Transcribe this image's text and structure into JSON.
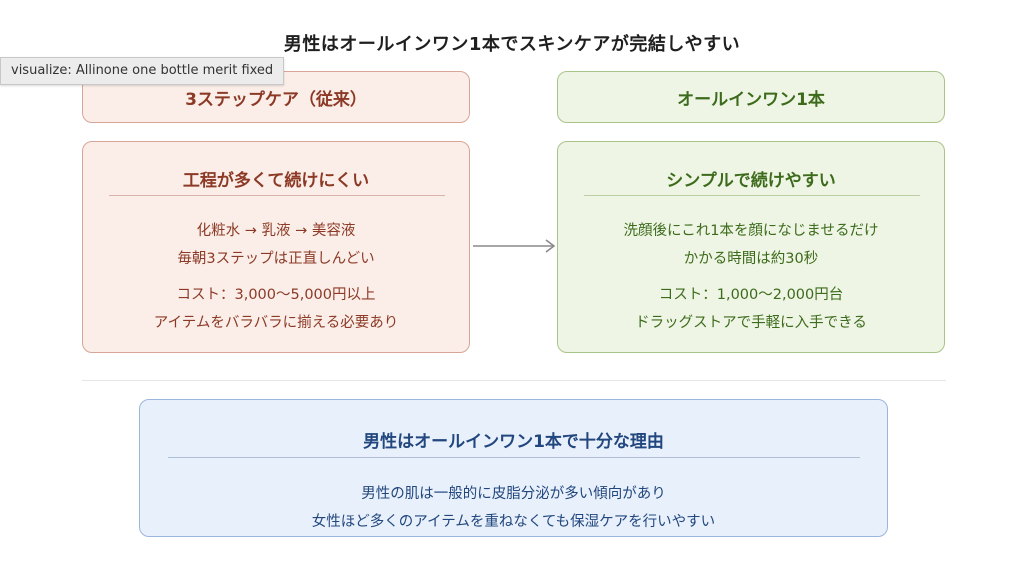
{
  "title": "男性はオールインワン1本でスキンケアが完結しやすい",
  "tooltip": "visualize: Allinone one bottle merit fixed",
  "left": {
    "header": "3ステップケア（従来）",
    "card_title": "工程が多くて続けにくい",
    "lines": [
      "化粧水 → 乳液 → 美容液",
      "毎朝3ステップは正直しんどい",
      "コスト：3,000〜5,000円以上",
      "アイテムをバラバラに揃える必要あり"
    ]
  },
  "right": {
    "header": "オールインワン1本",
    "card_title": "シンプルで続けやすい",
    "lines": [
      "洗顔後にこれ1本を顔になじませるだけ",
      "かかる時間は約30秒",
      "コスト：1,000〜2,000円台",
      "ドラッグストアで手軽に入手できる"
    ]
  },
  "bottom": {
    "title": "男性はオールインワン1本で十分な理由",
    "lines": [
      "男性の肌は一般的に皮脂分泌が多い傾向があり",
      "女性ほど多くのアイテムを重ねなくても保湿ケアを行いやすい"
    ]
  },
  "colors": {
    "left_fill": "#fbeee9",
    "left_text": "#8c3a26",
    "right_fill": "#eef5e4",
    "right_text": "#3d6b1c",
    "bottom_fill": "#e8f0fb",
    "bottom_text": "#22477e",
    "arrow": "#8a8a8a"
  },
  "icons": [
    "arrow-right-icon"
  ]
}
